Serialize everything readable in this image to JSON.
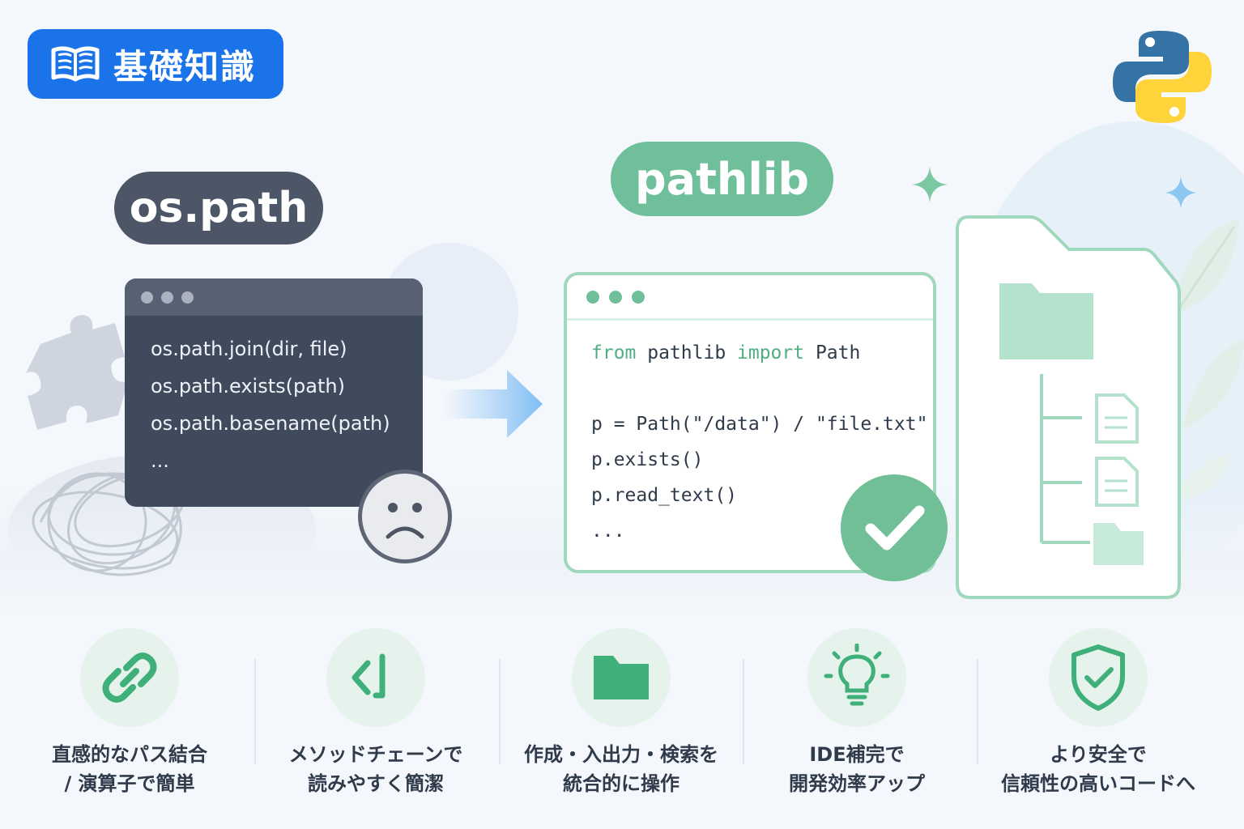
{
  "badge": {
    "icon": "open-book-icon",
    "label": "基礎知識"
  },
  "logo": {
    "icon": "python-logo",
    "colors": [
      "#3572A5",
      "#FFD43B"
    ]
  },
  "left": {
    "title": "os.path",
    "code": [
      "os.path.join(dir, file)",
      "os.path.exists(path)",
      "os.path.basename(path)",
      "..."
    ],
    "mood_icon": "sad-face-icon"
  },
  "right": {
    "title": "pathlib",
    "code": [
      [
        "from",
        " pathlib ",
        "import",
        " Path"
      ],
      "",
      "p = Path(\"/data\") / \"file.txt\"",
      "p.exists()",
      "p.read_text()",
      "..."
    ],
    "status_icon": "check-icon"
  },
  "features": [
    {
      "icon": "link-icon",
      "line1": "直感的なパス結合",
      "line2": "/ 演算子で簡単"
    },
    {
      "icon": "method-chain-icon",
      "line1": "メソッドチェーンで",
      "line2": "読みやすく簡潔"
    },
    {
      "icon": "folder-icon",
      "line1": "作成・入出力・検索を",
      "line2": "統合的に操作"
    },
    {
      "icon": "lightbulb-icon",
      "line1": "IDE補完で",
      "line2": "開発効率アップ"
    },
    {
      "icon": "shield-check-icon",
      "line1": "より安全で",
      "line2": "信頼性の高いコードへ"
    }
  ],
  "colors": {
    "primary": "#1a73e8",
    "accent_green": "#6fbf9b",
    "dark": "#3f4b5d"
  }
}
